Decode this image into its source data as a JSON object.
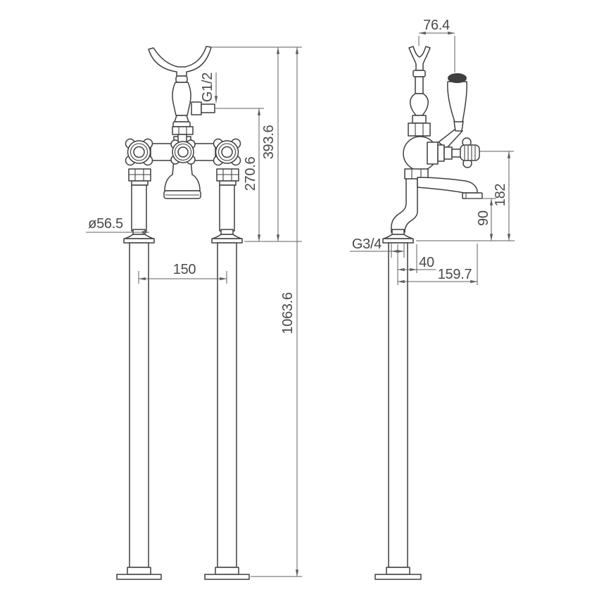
{
  "drawing": {
    "title": "freestanding-bath-shower-mixer-dimensional-drawing",
    "background_color": "#ffffff",
    "object_line_color": "#3f3f3f",
    "dimension_line_color": "#5f5f5f",
    "text_color": "#4a4a4a",
    "front_view": {
      "dimensions": {
        "shower_outlet_thread": "G1/2",
        "deck_to_outlet_height": "270.6",
        "deck_to_top_height": "393.6",
        "flange_diameter": "ø56.5",
        "tap_centres": "150",
        "overall_height": "1063.6"
      }
    },
    "side_view": {
      "dimensions": {
        "cradle_to_lever": "76.4",
        "handle_height": "182",
        "spout_outlet_height": "90",
        "inlet_thread": "G3/4",
        "spout_centre_offset": "40",
        "spout_reach": "159.7"
      }
    }
  }
}
